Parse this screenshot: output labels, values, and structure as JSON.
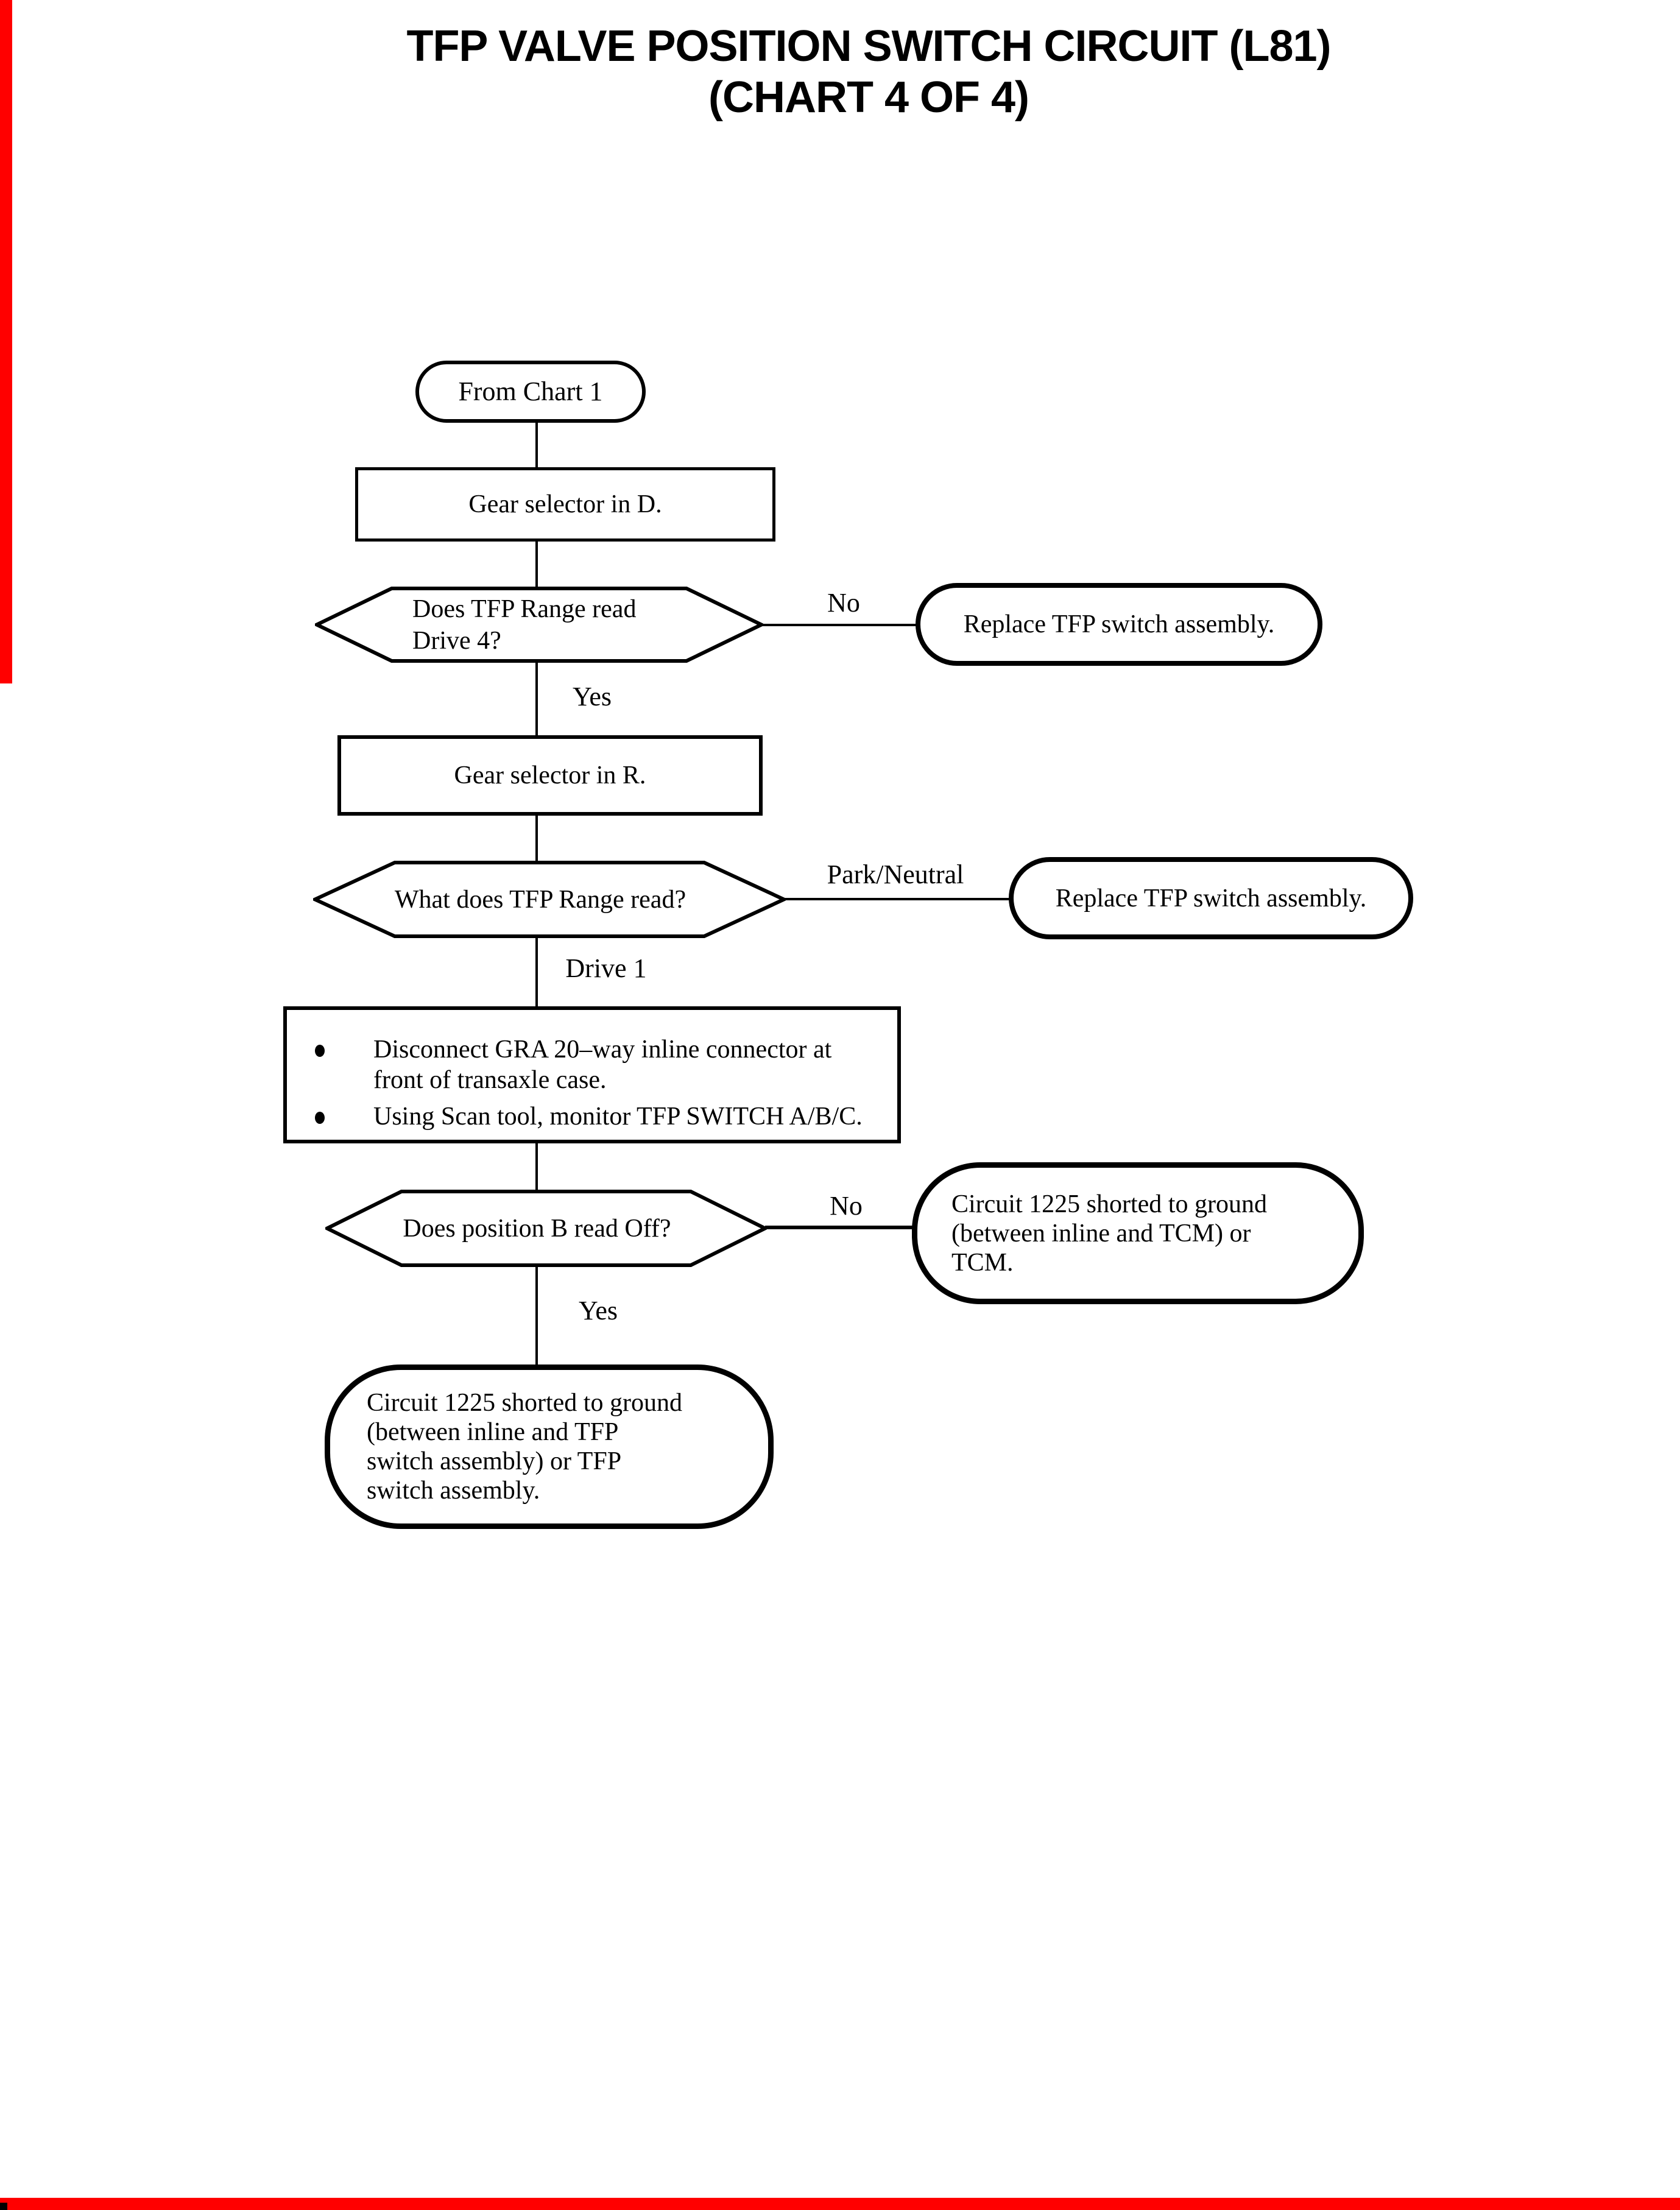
{
  "colors": {
    "ink": "#000000",
    "background": "#ffffff",
    "edge_mark_red": "#ff0000"
  },
  "title": {
    "line1": "TFP VALVE POSITION SWITCH CIRCUIT (L81)",
    "line2": "(CHART 4 OF 4)"
  },
  "flowchart": {
    "nodes": {
      "start": {
        "label": "From Chart 1"
      },
      "gear_d": {
        "label": "Gear selector in D."
      },
      "dec_drive4": {
        "line1": "Does TFP Range read",
        "line2": "Drive 4?"
      },
      "replace1": {
        "label": "Replace TFP switch assembly."
      },
      "gear_r": {
        "label": "Gear selector in R."
      },
      "dec_range": {
        "label": "What does TFP Range read?"
      },
      "replace2": {
        "label": "Replace TFP switch assembly."
      },
      "actions": {
        "bullet_char": "•",
        "item1_line1": "Disconnect GRA 20–way inline connector at",
        "item1_line2": "front of transaxle case.",
        "item2": "Using Scan tool, monitor TFP SWITCH  A/B/C."
      },
      "dec_b": {
        "label": "Does position B read Off?"
      },
      "fault_tcm": {
        "line1": "Circuit 1225 shorted to ground",
        "line2": "(between inline and TCM) or",
        "line3": "TCM."
      },
      "fault_tfp": {
        "line1": "Circuit 1225 shorted to ground",
        "line2": "(between inline and TFP",
        "line3": "switch assembly) or TFP",
        "line4": "switch assembly."
      }
    },
    "edge_labels": {
      "no1": "No",
      "yes1": "Yes",
      "park_neutral": "Park/Neutral",
      "drive1": "Drive 1",
      "no2": "No",
      "yes2": "Yes"
    }
  }
}
